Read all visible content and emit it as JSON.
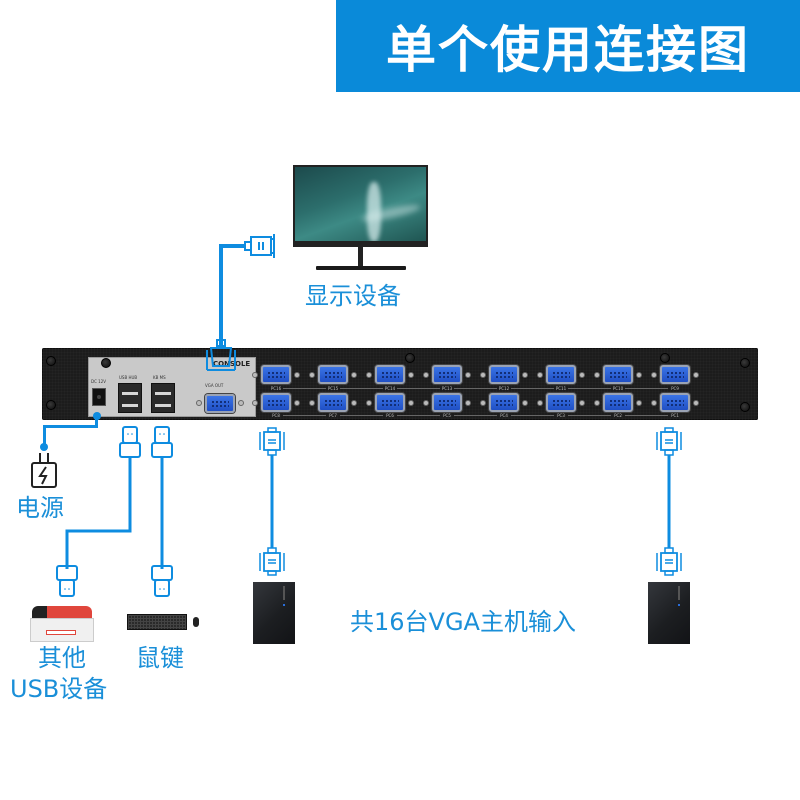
{
  "title": "单个使用连接图",
  "labels": {
    "display": "显示设备",
    "power": "电源",
    "other_usb_line1": "其他",
    "other_usb_line2": "USB设备",
    "keyboard_mouse": "鼠键",
    "hosts": "共16台VGA主机输入"
  },
  "console_panel": {
    "dc_label": "DC 12V",
    "usb_hub_label": "USB HUB",
    "kbm_label": "KB MS",
    "vga_out_label": "VGA OUT",
    "console_label": "CONSOLE"
  },
  "ports": {
    "top_row": [
      "PC16",
      "PC15",
      "PC14",
      "PC13",
      "PC12",
      "PC11",
      "PC10",
      "PC9"
    ],
    "bottom_row": [
      "PC8",
      "PC7",
      "PC6",
      "PC5",
      "PC4",
      "PC3",
      "PC2",
      "PC1"
    ]
  },
  "icons": {
    "monitor": "monitor-icon",
    "power": "power-plug-icon",
    "vga": "vga-connector-icon",
    "usb": "usb-connector-icon",
    "pc": "pc-tower-icon",
    "printer": "printer-icon",
    "keyboard": "keyboard-icon",
    "mouse": "mouse-icon"
  },
  "colors": {
    "accent": "#0a8ad9",
    "label": "#1a8fd8",
    "chassis": "#1c1c1c",
    "vga_port": "#2f62d8"
  }
}
